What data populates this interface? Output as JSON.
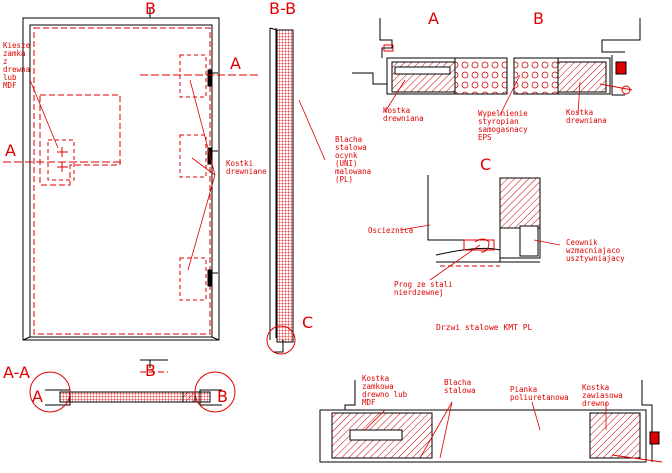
{
  "drawing": {
    "title": "Drzwi stalowe KMT PL",
    "section_marks": {
      "a": "A",
      "b": "B",
      "c": "C",
      "bb": "B-B",
      "aa": "A-A"
    },
    "labels": {
      "insert": [
        "Kiesze",
        "zamka",
        "z",
        "drewna",
        "lub",
        "MDF"
      ],
      "wood_blocks_elev": [
        "Kostki",
        "drewniane"
      ],
      "sheet_galv": [
        "Blacha",
        "stalowa",
        "ocynk",
        "(UNI)",
        "malowana",
        "(PL)"
      ],
      "block_a": [
        "Kostka",
        "drewniana"
      ],
      "eps": [
        "Wypelnienie",
        "styropian",
        "samogasnacy",
        "EPS"
      ],
      "block_b": [
        "Kostka",
        "drewniana"
      ],
      "frame": [
        "Oscieznica"
      ],
      "threshold": [
        "Prog ze stali",
        "nierdzewnej"
      ],
      "channel": [
        "Ceownik",
        "wzmacniajaco",
        "usztywniajacy"
      ],
      "lock_block": [
        "Kostka",
        "zamkowa",
        "drewno lub",
        "MDF"
      ],
      "sheet": [
        "Blacha",
        "stalowa"
      ],
      "pu_foam": [
        "Pianka",
        "poliuretanowa"
      ],
      "hinge_block": [
        "Kostka",
        "zawiasowa",
        "drewno"
      ]
    }
  }
}
